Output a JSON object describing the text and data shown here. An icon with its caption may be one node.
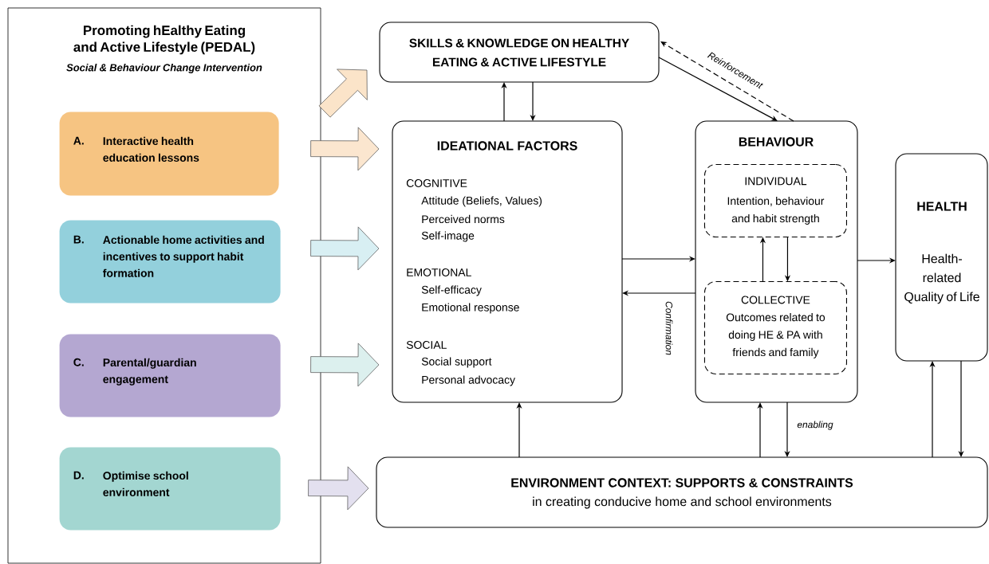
{
  "diagram": {
    "nodes": [
      {
        "text": [
          "Promoting hEalthy Eating and Active Lifestyle (PEDAL)",
          "Social & Behaviour Change Intervention"
        ]
      },
      {
        "text": [
          "A.",
          "Interactive health education lessons"
        ],
        "in": 0
      },
      {
        "text": [
          "B.",
          "Actionable home activities and incentives to support habit formation"
        ],
        "in": 0
      },
      {
        "text": [
          "C.",
          "Parental/guardian engagement"
        ],
        "in": 0
      },
      {
        "text": [
          "D.",
          "Optimise school environment"
        ],
        "in": 0
      },
      {
        "text": [
          "SKILLS & KNOWLEDGE ON HEALTHY EATING & ACTIVE LIFESTYLE"
        ]
      },
      {
        "text": [
          "IDEATIONAL FACTORS",
          "COGNITIVE",
          "Attitude (Beliefs, Values)",
          "Perceived norms",
          "Self-image",
          "EMOTIONAL",
          "Self-efficacy",
          "Emotional response",
          "SOCIAL",
          "Social support",
          "Personal advocacy"
        ]
      },
      {
        "text": [
          "BEHAVIOUR"
        ]
      },
      {
        "text": [
          "INDIVIDUAL",
          "Intention, behaviour and habit strength"
        ],
        "in": 7
      },
      {
        "text": [
          "COLLECTIVE",
          "Outcomes related to doing HE & PA with friends and family"
        ],
        "in": 7
      },
      {
        "text": [
          "HEALTH",
          "Health-related Quality of Life"
        ]
      },
      {
        "text": [
          "ENVIRONMENT CONTEXT: SUPPORTS & CONSTRAINTS",
          "in creating conducive home and school environments"
        ]
      }
    ],
    "edges": [
      {
        "from": 0,
        "to": 5,
        "arrow": "to",
        "style": "thick",
        "color": "#fbe4c9"
      },
      {
        "from": 1,
        "to": 6,
        "arrow": "to",
        "style": "thick",
        "color": "#fbe6cf"
      },
      {
        "from": 2,
        "to": 6,
        "arrow": "to",
        "style": "thick",
        "color": "#d8eff3"
      },
      {
        "from": 3,
        "to": 6,
        "arrow": "to",
        "style": "thick",
        "color": "#dcf0ee"
      },
      {
        "from": 4,
        "to": 11,
        "arrow": "to",
        "style": "thick",
        "color": "#e3e0ef"
      },
      {
        "from": 6,
        "to": 5,
        "arrow": "to"
      },
      {
        "from": 5,
        "to": 6,
        "arrow": "to"
      },
      {
        "from": 5,
        "to": 7,
        "arrow": "to"
      },
      {
        "from": 7,
        "to": 5,
        "arrow": "to",
        "style": "dashed",
        "label": "Reinforcement"
      },
      {
        "from": 6,
        "to": 7,
        "arrow": "to"
      },
      {
        "from": 7,
        "to": 6,
        "arrow": "to",
        "label": "Confirmation"
      },
      {
        "from": 9,
        "to": 8,
        "arrow": "to"
      },
      {
        "from": 8,
        "to": 9,
        "arrow": "to"
      },
      {
        "from": 7,
        "to": 10,
        "arrow": "to"
      },
      {
        "from": 11,
        "to": 6,
        "arrow": "to"
      },
      {
        "from": 11,
        "to": 7,
        "arrow": "to"
      },
      {
        "from": 7,
        "to": 11,
        "arrow": "to",
        "label": "enabling"
      },
      {
        "from": 11,
        "to": 10,
        "arrow": "to"
      },
      {
        "from": 10,
        "to": 11,
        "arrow": "to"
      }
    ]
  }
}
